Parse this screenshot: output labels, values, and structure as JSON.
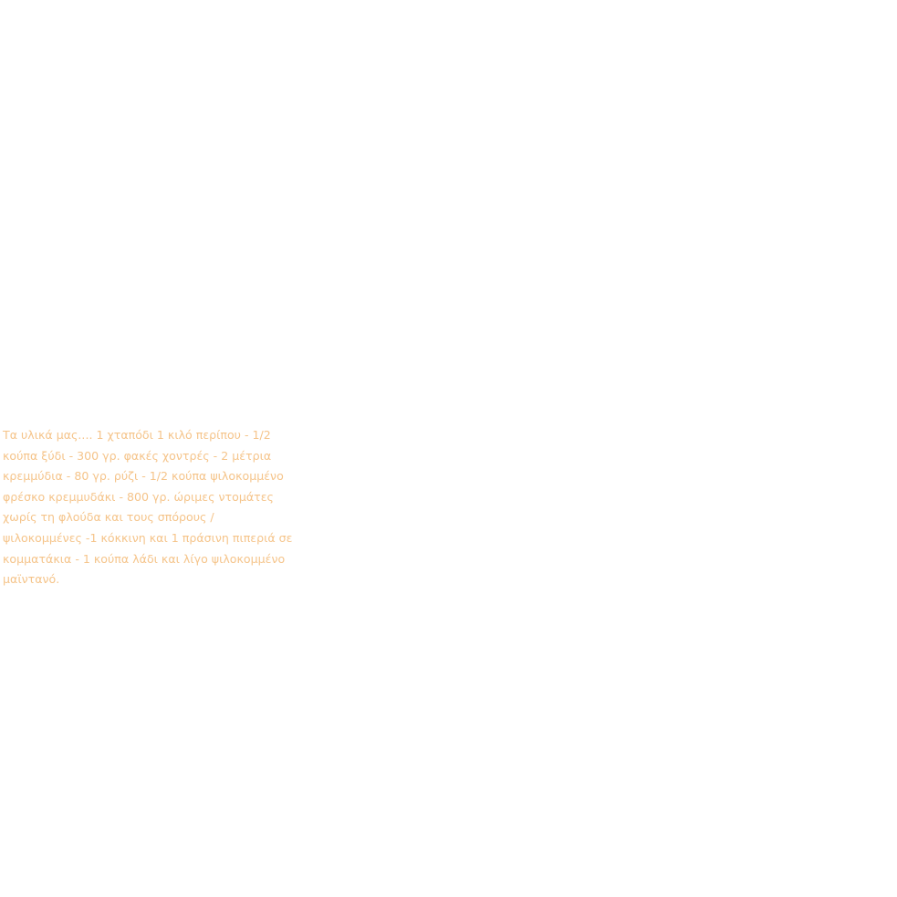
{
  "colors": {
    "background": "#ffffff",
    "text": "#f5c48a"
  },
  "recipe": {
    "lines": [
      "Τα υλικά μας.... 1 χταπόδι 1 κιλό περίπου - 1/2",
      "κούπα ξύδι - 300 γρ. φακές χοντρές - 2 μέτρια",
      "κρεμμύδια - 80 γρ. ρύζι  - 1/2 κούπα ψιλοκομμένο",
      "φρέσκο κρεμμυδάκι - 800 γρ. ώριμες ντομάτες",
      "χωρίς τη φλούδα και τους σπόρους /",
      "ψιλοκομμένες -1 κόκκινη και 1 πράσινη πιπεριά σε",
      "κομματάκια - 1 κούπα λάδι και λίγο ψιλοκομμένο",
      "μαϊντανό."
    ]
  }
}
